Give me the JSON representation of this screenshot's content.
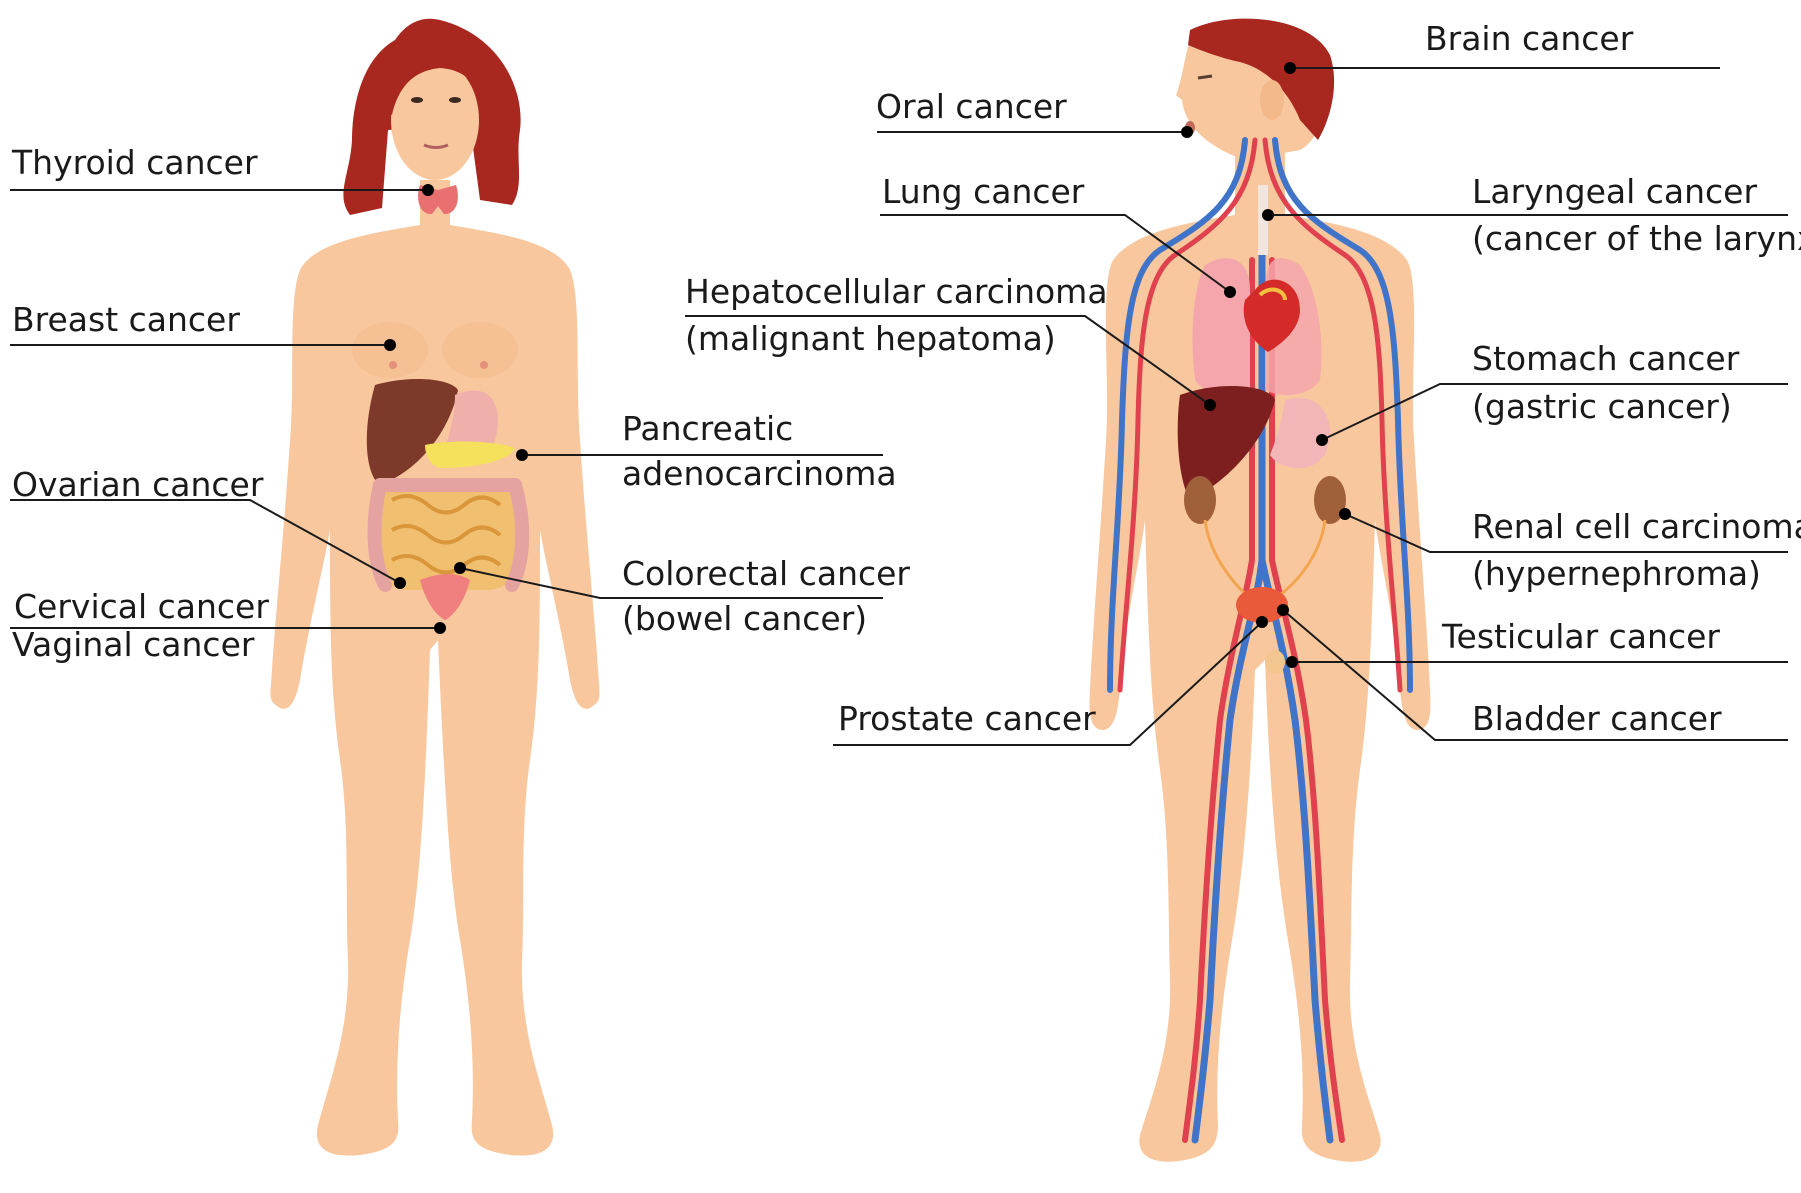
{
  "female_labels": {
    "thyroid": "Thyroid cancer",
    "breast": "Breast cancer",
    "ovarian": "Ovarian cancer",
    "cervical": "Cervical cancer",
    "vaginal": "Vaginal cancer",
    "pancreatic_1": "Pancreatic",
    "pancreatic_2": "adenocarcinoma",
    "colorectal_1": "Colorectal cancer",
    "colorectal_2": "(bowel cancer)"
  },
  "male_labels": {
    "brain": "Brain cancer",
    "oral": "Oral cancer",
    "lung": "Lung cancer",
    "laryngeal_1": "Laryngeal cancer",
    "laryngeal_2": "(cancer of the larynx)",
    "hepato_1": "Hepatocellular carcinoma",
    "hepato_2": "(malignant hepatoma)",
    "stomach_1": "Stomach cancer",
    "stomach_2": "(gastric cancer)",
    "renal_1": "Renal cell carcinoma",
    "renal_2": "(hypernephroma)",
    "testicular": "Testicular cancer",
    "prostate": "Prostate cancer",
    "bladder": "Bladder cancer"
  }
}
